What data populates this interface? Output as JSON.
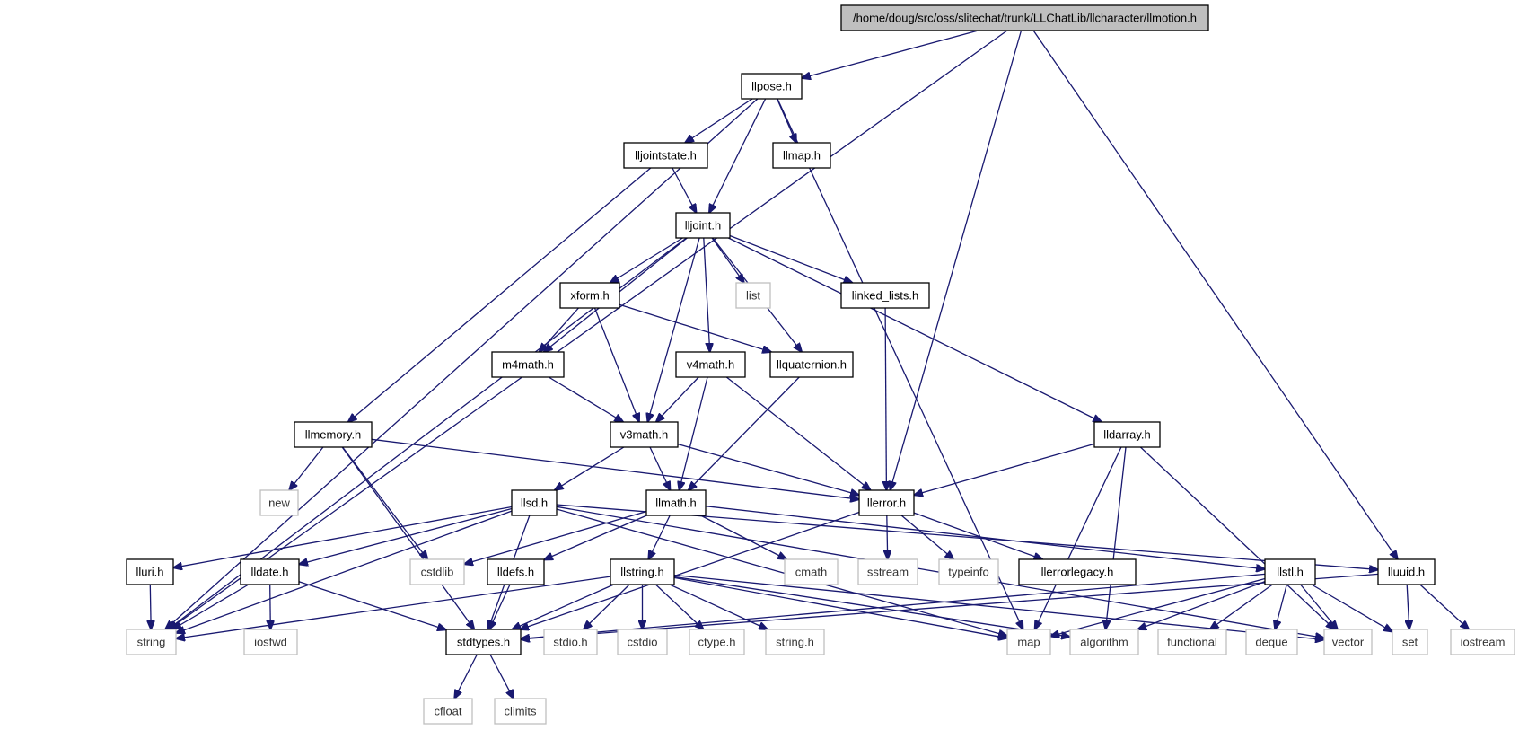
{
  "graph": {
    "root": "/home/doug/src/oss/slitechat/trunk/LLChatLib/llcharacter/llmotion.h",
    "colors": {
      "edge": "#191970",
      "root_fill": "#bfbfbf",
      "local_border": "#000000",
      "system_border": "#bfbfbf"
    },
    "nodes": [
      {
        "id": "llmotion",
        "label": "/home/doug/src/oss/slitechat/trunk/LLChatLib/llcharacter/llmotion.h",
        "kind": "root"
      },
      {
        "id": "llpose",
        "label": "llpose.h",
        "kind": "local"
      },
      {
        "id": "lljointstate",
        "label": "lljointstate.h",
        "kind": "local"
      },
      {
        "id": "llmap",
        "label": "llmap.h",
        "kind": "local"
      },
      {
        "id": "lljoint",
        "label": "lljoint.h",
        "kind": "local"
      },
      {
        "id": "xform",
        "label": "xform.h",
        "kind": "local"
      },
      {
        "id": "list",
        "label": "list",
        "kind": "system"
      },
      {
        "id": "linked_lists",
        "label": "linked_lists.h",
        "kind": "local"
      },
      {
        "id": "m4math",
        "label": "m4math.h",
        "kind": "local"
      },
      {
        "id": "v4math",
        "label": "v4math.h",
        "kind": "local"
      },
      {
        "id": "llquaternion",
        "label": "llquaternion.h",
        "kind": "local"
      },
      {
        "id": "llmemory",
        "label": "llmemory.h",
        "kind": "local"
      },
      {
        "id": "v3math",
        "label": "v3math.h",
        "kind": "local"
      },
      {
        "id": "lldarray",
        "label": "lldarray.h",
        "kind": "local"
      },
      {
        "id": "new",
        "label": "new",
        "kind": "system"
      },
      {
        "id": "llsd",
        "label": "llsd.h",
        "kind": "local"
      },
      {
        "id": "llmath",
        "label": "llmath.h",
        "kind": "local"
      },
      {
        "id": "llerror",
        "label": "llerror.h",
        "kind": "local"
      },
      {
        "id": "lluri",
        "label": "lluri.h",
        "kind": "local"
      },
      {
        "id": "lldate",
        "label": "lldate.h",
        "kind": "local"
      },
      {
        "id": "cstdlib",
        "label": "cstdlib",
        "kind": "system"
      },
      {
        "id": "lldefs",
        "label": "lldefs.h",
        "kind": "local"
      },
      {
        "id": "llstring",
        "label": "llstring.h",
        "kind": "local"
      },
      {
        "id": "cmath",
        "label": "cmath",
        "kind": "system"
      },
      {
        "id": "sstream",
        "label": "sstream",
        "kind": "system"
      },
      {
        "id": "typeinfo",
        "label": "typeinfo",
        "kind": "system"
      },
      {
        "id": "llerrorlegacy",
        "label": "llerrorlegacy.h",
        "kind": "local"
      },
      {
        "id": "llstl",
        "label": "llstl.h",
        "kind": "local"
      },
      {
        "id": "lluuid",
        "label": "lluuid.h",
        "kind": "local"
      },
      {
        "id": "string",
        "label": "string",
        "kind": "system"
      },
      {
        "id": "iosfwd",
        "label": "iosfwd",
        "kind": "system"
      },
      {
        "id": "stdtypes",
        "label": "stdtypes.h",
        "kind": "local"
      },
      {
        "id": "stdio",
        "label": "stdio.h",
        "kind": "system"
      },
      {
        "id": "cstdio",
        "label": "cstdio",
        "kind": "system"
      },
      {
        "id": "ctype",
        "label": "ctype.h",
        "kind": "system"
      },
      {
        "id": "string_h",
        "label": "string.h",
        "kind": "system"
      },
      {
        "id": "map",
        "label": "map",
        "kind": "system"
      },
      {
        "id": "algorithm",
        "label": "algorithm",
        "kind": "system"
      },
      {
        "id": "functional",
        "label": "functional",
        "kind": "system"
      },
      {
        "id": "deque",
        "label": "deque",
        "kind": "system"
      },
      {
        "id": "vector",
        "label": "vector",
        "kind": "system"
      },
      {
        "id": "set",
        "label": "set",
        "kind": "system"
      },
      {
        "id": "iostream",
        "label": "iostream",
        "kind": "system"
      },
      {
        "id": "cfloat",
        "label": "cfloat",
        "kind": "system"
      },
      {
        "id": "climits",
        "label": "climits",
        "kind": "system"
      }
    ],
    "edges": [
      [
        "llmotion",
        "llpose"
      ],
      [
        "llmotion",
        "string"
      ],
      [
        "llmotion",
        "llerror"
      ],
      [
        "llmotion",
        "lluuid"
      ],
      [
        "llpose",
        "lljointstate"
      ],
      [
        "llpose",
        "llmap"
      ],
      [
        "llpose",
        "lljoint"
      ],
      [
        "llpose",
        "string"
      ],
      [
        "llpose",
        "map"
      ],
      [
        "lljointstate",
        "lljoint"
      ],
      [
        "lljointstate",
        "llmemory"
      ],
      [
        "lljoint",
        "xform"
      ],
      [
        "lljoint",
        "list"
      ],
      [
        "lljoint",
        "linked_lists"
      ],
      [
        "lljoint",
        "m4math"
      ],
      [
        "lljoint",
        "v3math"
      ],
      [
        "lljoint",
        "v4math"
      ],
      [
        "lljoint",
        "llquaternion"
      ],
      [
        "lljoint",
        "lldarray"
      ],
      [
        "lljoint",
        "string"
      ],
      [
        "xform",
        "m4math"
      ],
      [
        "xform",
        "v3math"
      ],
      [
        "xform",
        "llquaternion"
      ],
      [
        "linked_lists",
        "llerror"
      ],
      [
        "m4math",
        "v3math"
      ],
      [
        "v4math",
        "v3math"
      ],
      [
        "v4math",
        "llmath"
      ],
      [
        "v4math",
        "llerror"
      ],
      [
        "llquaternion",
        "llmath"
      ],
      [
        "llmemory",
        "new"
      ],
      [
        "llmemory",
        "cstdlib"
      ],
      [
        "llmemory",
        "stdtypes"
      ],
      [
        "llmemory",
        "llerror"
      ],
      [
        "v3math",
        "llsd"
      ],
      [
        "v3math",
        "llmath"
      ],
      [
        "v3math",
        "llerror"
      ],
      [
        "lldarray",
        "llerror"
      ],
      [
        "lldarray",
        "map"
      ],
      [
        "lldarray",
        "algorithm"
      ],
      [
        "lldarray",
        "vector"
      ],
      [
        "llsd",
        "lluri"
      ],
      [
        "llsd",
        "lldate"
      ],
      [
        "llsd",
        "string"
      ],
      [
        "llsd",
        "stdtypes"
      ],
      [
        "llsd",
        "map"
      ],
      [
        "llsd",
        "lluuid"
      ],
      [
        "llsd",
        "vector"
      ],
      [
        "llmath",
        "cstdlib"
      ],
      [
        "llmath",
        "lldefs"
      ],
      [
        "llmath",
        "llstring"
      ],
      [
        "llmath",
        "cmath"
      ],
      [
        "llmath",
        "llstl"
      ],
      [
        "llerror",
        "sstream"
      ],
      [
        "llerror",
        "typeinfo"
      ],
      [
        "llerror",
        "llerrorlegacy"
      ],
      [
        "llerror",
        "stdtypes"
      ],
      [
        "lluri",
        "string"
      ],
      [
        "lldate",
        "string"
      ],
      [
        "lldate",
        "iosfwd"
      ],
      [
        "lldate",
        "stdtypes"
      ],
      [
        "lldefs",
        "stdtypes"
      ],
      [
        "llstring",
        "string"
      ],
      [
        "llstring",
        "stdtypes"
      ],
      [
        "llstring",
        "stdio"
      ],
      [
        "llstring",
        "cstdio"
      ],
      [
        "llstring",
        "ctype"
      ],
      [
        "llstring",
        "string_h"
      ],
      [
        "llstring",
        "map"
      ],
      [
        "llstring",
        "algorithm"
      ],
      [
        "llstring",
        "vector"
      ],
      [
        "llstl",
        "map"
      ],
      [
        "llstl",
        "algorithm"
      ],
      [
        "llstl",
        "functional"
      ],
      [
        "llstl",
        "deque"
      ],
      [
        "llstl",
        "vector"
      ],
      [
        "llstl",
        "set"
      ],
      [
        "llstl",
        "stdtypes"
      ],
      [
        "lluuid",
        "set"
      ],
      [
        "lluuid",
        "iostream"
      ],
      [
        "lluuid",
        "stdtypes"
      ],
      [
        "stdtypes",
        "cfloat"
      ],
      [
        "stdtypes",
        "climits"
      ]
    ]
  }
}
